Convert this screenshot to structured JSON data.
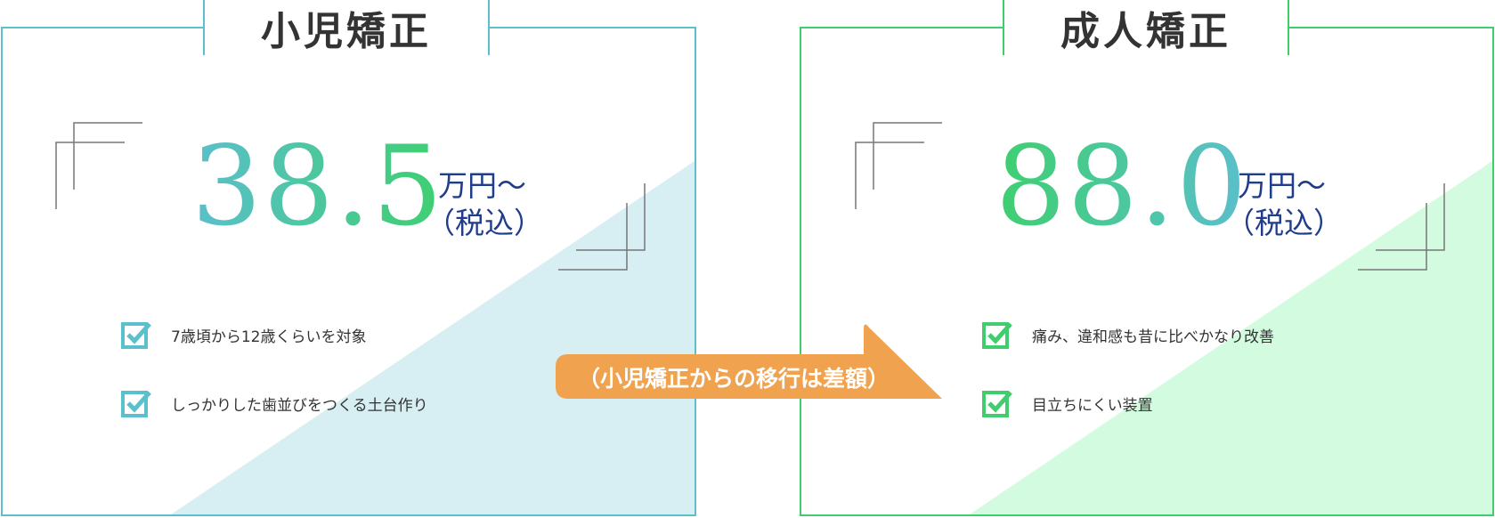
{
  "colors": {
    "child_accent": "#5bbfcc",
    "adult_accent": "#3fcd6e",
    "child_fill": "#d7eff2",
    "adult_fill": "#d2fbe0",
    "price_unit": "#1f3d8c",
    "callout": "#f0a24e"
  },
  "child_plan": {
    "title": "小児矯正",
    "price": "38.5",
    "unit_line1": "万円〜",
    "unit_line2": "（税込）",
    "features": [
      {
        "icon": "checkbox-checked-icon",
        "text": "7歳頃から12歳くらいを対象"
      },
      {
        "icon": "checkbox-checked-icon",
        "text": "しっかりした歯並びをつくる土台作り"
      }
    ]
  },
  "adult_plan": {
    "title": "成人矯正",
    "price": "88.0",
    "unit_line1": "万円〜",
    "unit_line2": "（税込）",
    "features": [
      {
        "icon": "checkbox-checked-icon",
        "text": "痛み、違和感も昔に比べかなり改善"
      },
      {
        "icon": "checkbox-checked-icon",
        "text": "目立ちにくい装置"
      }
    ]
  },
  "callout": {
    "text": "（小児矯正からの移行は差額）"
  }
}
